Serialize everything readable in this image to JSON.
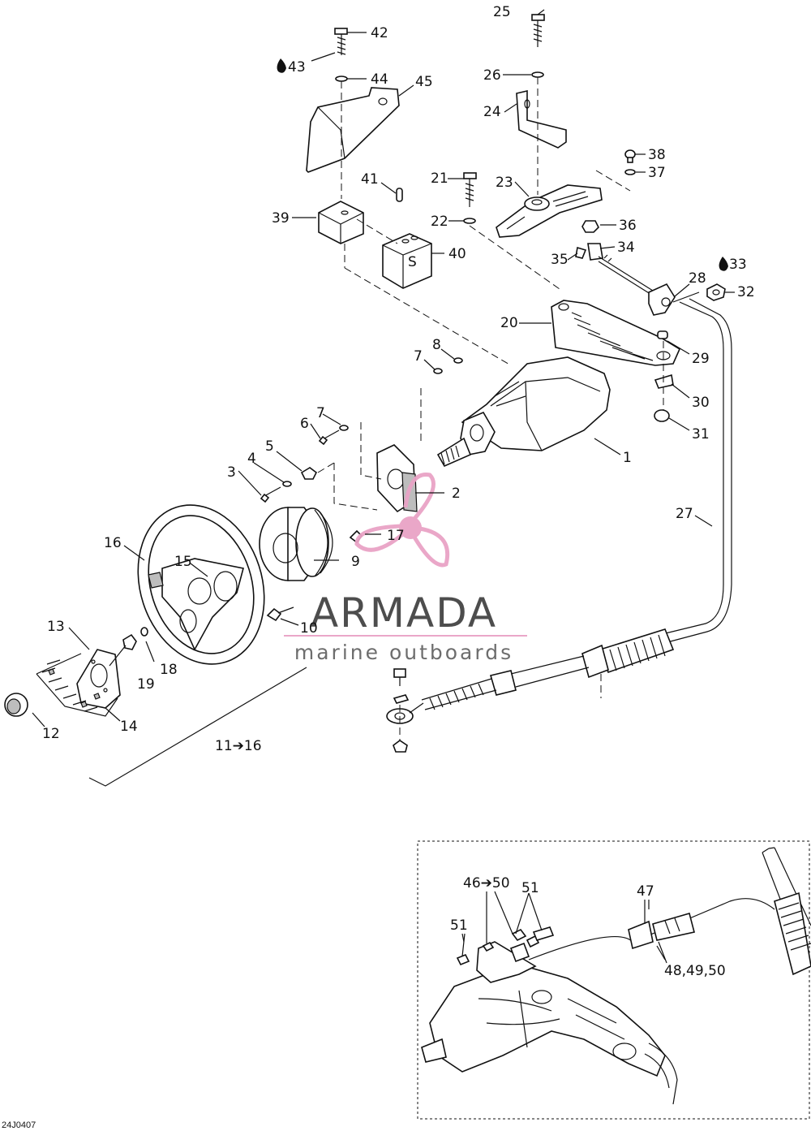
{
  "callouts": {
    "c1": "1",
    "c2": "2",
    "c3": "3",
    "c4": "4",
    "c5": "5",
    "c6": "6",
    "c7a": "7",
    "c7b": "7",
    "c8": "8",
    "c9": "9",
    "c10": "10",
    "c11_16": "11➔16",
    "c12": "12",
    "c13": "13",
    "c14": "14",
    "c15": "15",
    "c16": "16",
    "c17": "17",
    "c18": "18",
    "c19": "19",
    "c20": "20",
    "c21": "21",
    "c22": "22",
    "c23": "23",
    "c24": "24",
    "c25": "25",
    "c26": "26",
    "c27": "27",
    "c28": "28",
    "c29": "29",
    "c30": "30",
    "c31": "31",
    "c32": "32",
    "c33": "33",
    "c34": "34",
    "c35": "35",
    "c36": "36",
    "c37": "37",
    "c38": "38",
    "c39": "39",
    "c40": "40",
    "c41": "41",
    "c42": "42",
    "c43": "43",
    "c44": "44",
    "c45": "45",
    "c46_50": "46➔50",
    "c47": "47",
    "c48_50": "48,49,50",
    "c51a": "51",
    "c51b": "51"
  },
  "icons": {
    "loctite": "drop-icon"
  },
  "watermark": {
    "title": "ARMADA",
    "subtitle": "marine outboards",
    "color": "#e9a3c6"
  },
  "diagram_code": "24J0407"
}
